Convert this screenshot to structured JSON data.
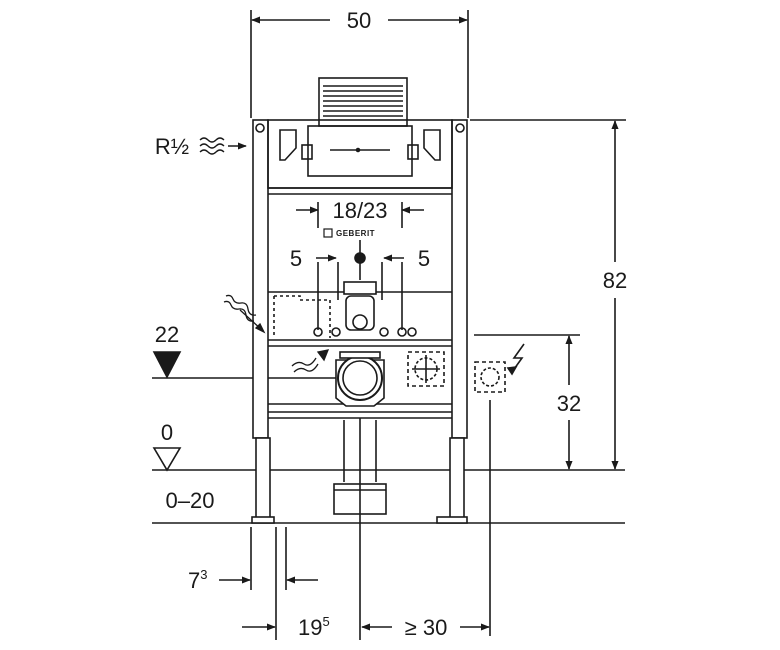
{
  "brand": "GEBERIT",
  "dimensions": {
    "width": "50",
    "height": "82",
    "outlet_height": "32",
    "drain_level": "22",
    "floor_zero": "0",
    "floor_range": "0–20",
    "spacing_outer": "18/23",
    "spacing_left": "5",
    "spacing_right": "5",
    "foot_offset_base": "7",
    "foot_offset_sup": "3",
    "drain_offset_base": "19",
    "drain_offset_sup": "5",
    "min_distance": "≥ 30"
  },
  "connections": {
    "water_inlet": "R½"
  },
  "icons": [
    "water-wave-icon",
    "electric-lightning-icon",
    "level-triangle-icon"
  ]
}
